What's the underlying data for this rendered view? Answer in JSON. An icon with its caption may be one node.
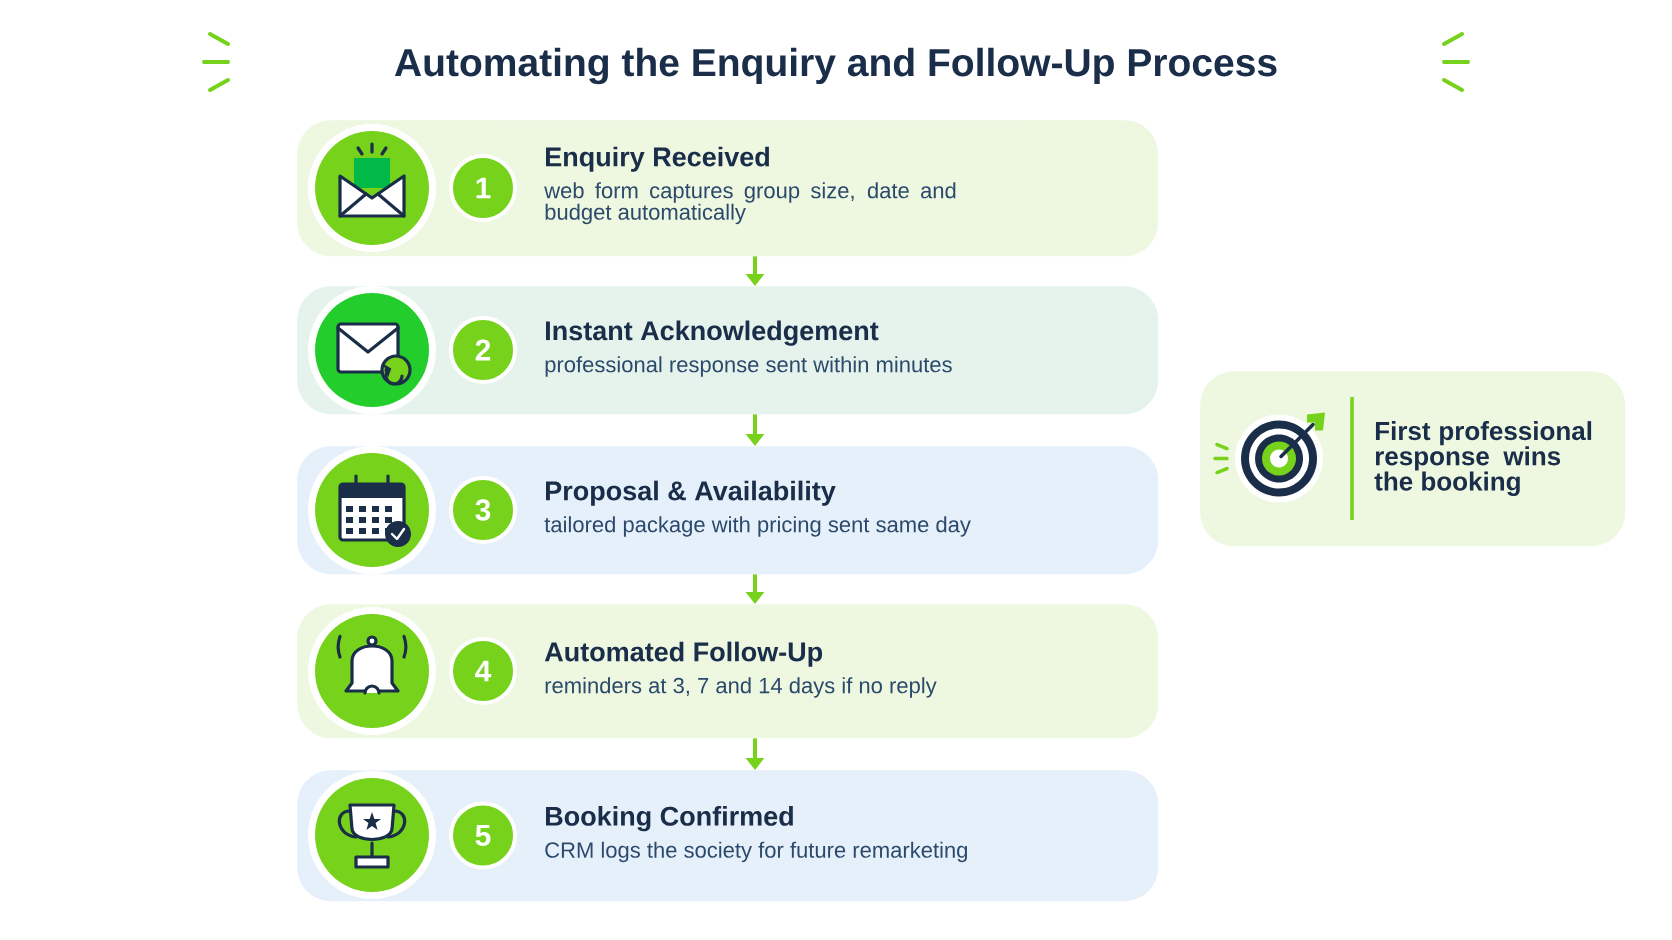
{
  "diagram": {
    "title": "Automating the Enquiry and Follow-Up Process",
    "nodes": [
      {
        "text": [
          "Enquiry Received",
          "web form captures group size, date and budget automatically"
        ]
      },
      {
        "text": [
          "1"
        ],
        "in": 0
      },
      {
        "text": [
          "Instant Acknowledgement",
          "professional response sent within minutes"
        ]
      },
      {
        "text": [
          "2"
        ],
        "in": 2
      },
      {
        "text": [
          "Proposal & Availability",
          "tailored package with pricing sent same day"
        ]
      },
      {
        "text": [
          "3"
        ],
        "in": 4
      },
      {
        "text": [
          "Automated Follow-Up",
          "reminders at 3, 7 and 14 days if no reply"
        ]
      },
      {
        "text": [
          "4"
        ],
        "in": 6
      },
      {
        "text": [
          "Booking Confirmed",
          "CRM logs the society for future remarketing"
        ]
      },
      {
        "text": [
          "5"
        ],
        "in": 8
      },
      {
        "text": [
          "First professional response wins the booking"
        ]
      }
    ],
    "edges": [
      {
        "from": 0,
        "to": 2,
        "arrow": "to"
      },
      {
        "from": 2,
        "to": 4,
        "arrow": "to"
      },
      {
        "from": 4,
        "to": 6,
        "arrow": "to"
      },
      {
        "from": 6,
        "to": 8,
        "arrow": "to"
      }
    ]
  }
}
